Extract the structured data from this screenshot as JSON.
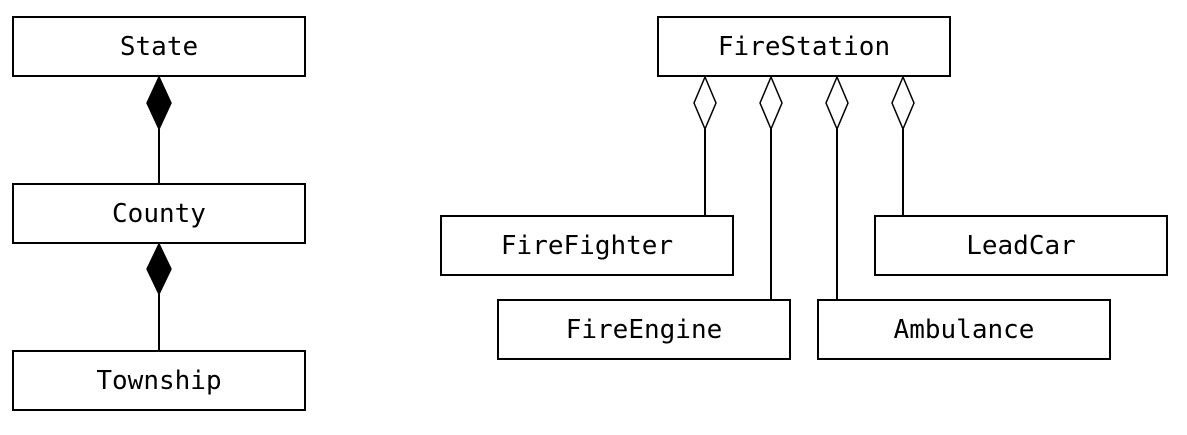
{
  "composition_diagram": {
    "state": "State",
    "county": "County",
    "township": "Township"
  },
  "aggregation_diagram": {
    "fire_station": "FireStation",
    "fire_fighter": "FireFighter",
    "fire_engine": "FireEngine",
    "ambulance": "Ambulance",
    "lead_car": "LeadCar"
  }
}
